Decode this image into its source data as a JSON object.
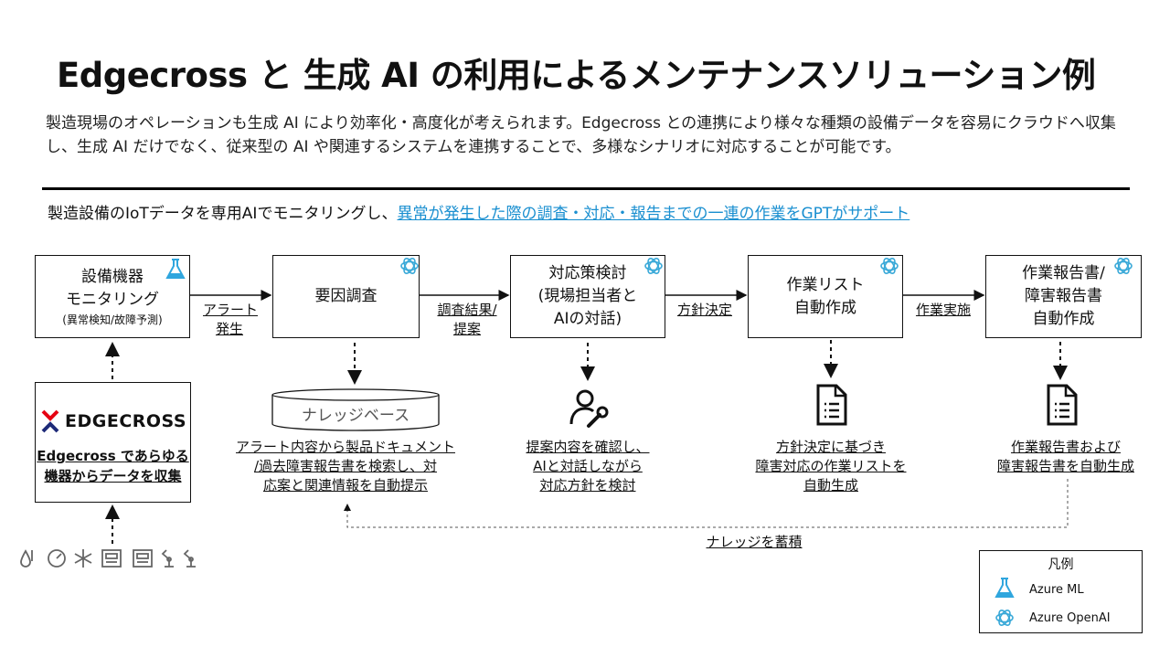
{
  "title": "Edgecross と 生成 AI の利用によるメンテナンスソリューション例",
  "description": "製造現場のオペレーションも生成 AI により効率化・高度化が考えられます。Edgecross との連携により様々な種類の設備データを容易にクラウドへ収集し、生成 AI だけでなく、従来型の AI や関連するシステムを連携することで、多様なシナリオに対応することが可能です。",
  "subtitle": {
    "prefix": "製造設備のIoTデータを専用AIでモニタリングし、",
    "link": "異常が発生した際の調査・対応・報告までの一連の作業をGPTがサポート"
  },
  "steps": [
    {
      "lines": [
        "設備機器",
        "モニタリング"
      ],
      "note": "(異常検知/故障予測)",
      "icon": "azure-ml-icon"
    },
    {
      "lines": [
        "要因調査"
      ],
      "icon": "azure-openai-icon"
    },
    {
      "lines": [
        "対応策検討",
        "(現場担当者と",
        "AIの対話)"
      ],
      "icon": "azure-openai-icon"
    },
    {
      "lines": [
        "作業リスト",
        "自動作成"
      ],
      "icon": "azure-openai-icon"
    },
    {
      "lines": [
        "作業報告書/",
        "障害報告書",
        "自動作成"
      ],
      "icon": "azure-openai-icon"
    }
  ],
  "edges": [
    [
      "アラート",
      "発生"
    ],
    [
      "調査結果/",
      "提案"
    ],
    [
      "方針決定"
    ],
    [
      "作業実施"
    ]
  ],
  "knowledge_base": "ナレッジベース",
  "captions": [
    [
      "アラート内容から製品ドキュメント",
      "/過去障害報告書を検索し、対",
      "応案と関連情報を自動提示"
    ],
    [
      "提案内容を確認し、",
      "AIと対話しながら",
      "対応方針を検討"
    ],
    [
      "方針決定に基づき",
      "障害対応の作業リストを",
      "自動生成"
    ],
    [
      "作業報告書および",
      "障害報告書を自動生成"
    ]
  ],
  "edgecross": {
    "logo_text": "EDGECROSS",
    "caption": [
      "Edgecross であらゆる",
      "機器からデータを収集"
    ]
  },
  "feedback_label": "ナレッジを蓄積",
  "device_icons": [
    "water-sensor-icon",
    "gauge-icon",
    "asterisk-icon",
    "control-panel-icon",
    "control-panel-icon",
    "robot-arm-icon",
    "robot-arm-icon"
  ],
  "legend": {
    "title": "凡例",
    "items": [
      {
        "label": "Azure ML",
        "icon": "azure-ml-icon"
      },
      {
        "label": "Azure OpenAI",
        "icon": "azure-openai-icon"
      }
    ]
  },
  "colors": {
    "link": "#1a8fd0",
    "azure_ml": "#2fa6de",
    "openai": "#3aa9d8",
    "edgecross_red": "#e60012"
  }
}
